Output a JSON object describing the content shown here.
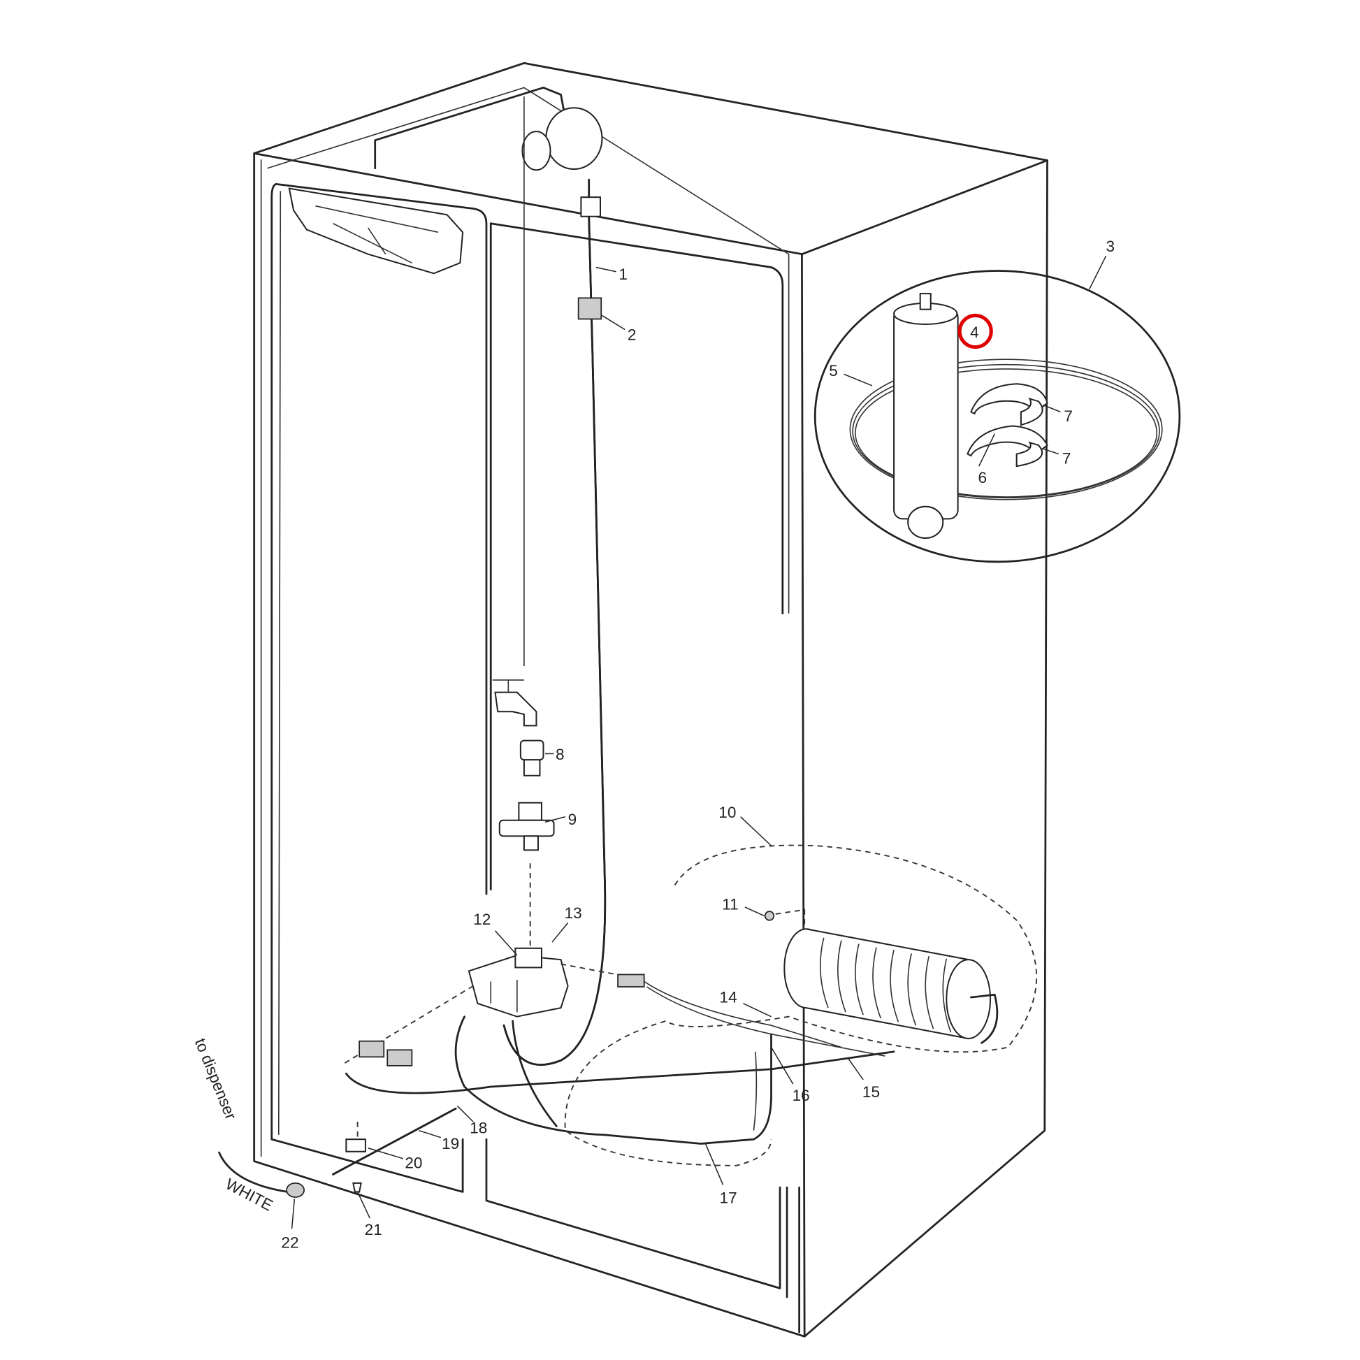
{
  "diagram": {
    "type": "exploded parts diagram - refrigerator water system",
    "highlight_color": "#e00000",
    "highlighted_callout": "4",
    "callouts": [
      "1",
      "2",
      "3",
      "4",
      "5",
      "6",
      "7",
      "7",
      "8",
      "9",
      "10",
      "11",
      "12",
      "13",
      "14",
      "15",
      "16",
      "17",
      "18",
      "19",
      "20",
      "21",
      "22"
    ],
    "annotations": {
      "to_dispenser": "to dispenser",
      "white": "WHITE"
    }
  }
}
